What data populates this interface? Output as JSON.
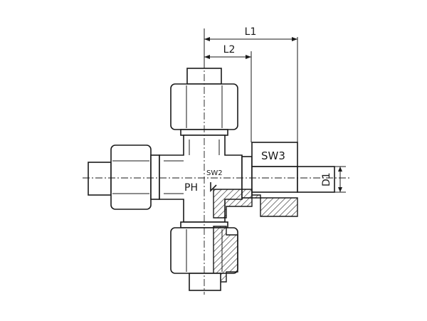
{
  "labels": {
    "l1": "L1",
    "l2": "L2",
    "sw3": "SW3",
    "sw2": "SW2",
    "ph": "PH",
    "d1": "D1"
  }
}
